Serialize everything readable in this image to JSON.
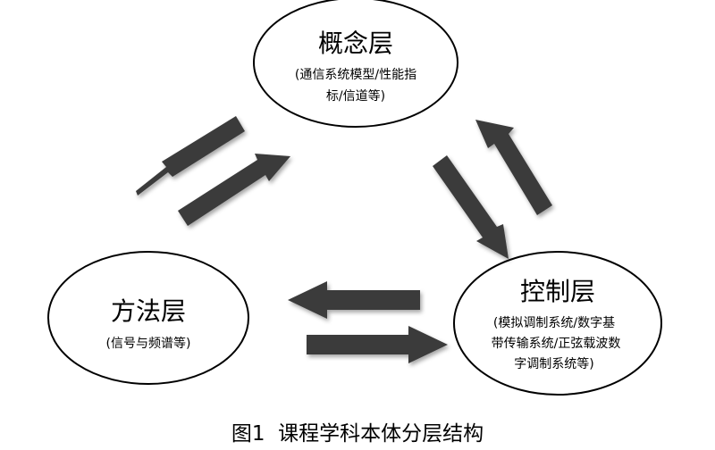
{
  "nodes": {
    "concept": {
      "title": "概念层",
      "desc_lines": [
        "(通信系统模型/性能指",
        "标/信道等)"
      ]
    },
    "method": {
      "title": "方法层",
      "desc_lines": [
        "(信号与频谱等)"
      ]
    },
    "control": {
      "title": "控制层",
      "desc_lines": [
        "(模拟调制系统/数字基",
        "带传输系统/正弦载波数",
        "字调制系统等)"
      ]
    }
  },
  "caption": "图1  课程学科本体分层结构",
  "colors": {
    "arrow_fill": "#3a3a3a",
    "ellipse_stroke": "#000000",
    "background": "#ffffff"
  }
}
